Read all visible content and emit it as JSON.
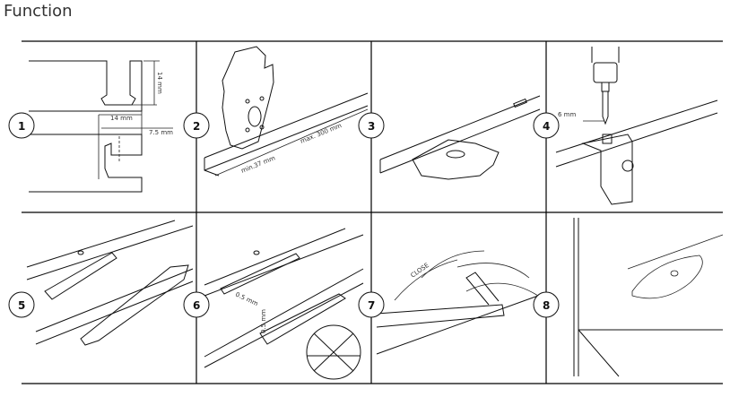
{
  "title": "Function",
  "steps": [
    "1",
    "2",
    "3",
    "4",
    "5",
    "6",
    "7",
    "8"
  ],
  "labels": {
    "groove_depth": "14 mm",
    "groove_width": "14 mm",
    "offset": "7.5 mm",
    "min_distance": "min.37 mm",
    "max_distance": "max. 300 mm",
    "drill_depth": "6 mm",
    "gap_a": "0.5 mm",
    "gap_b": "0.5 mm",
    "close": "CLOSE"
  }
}
